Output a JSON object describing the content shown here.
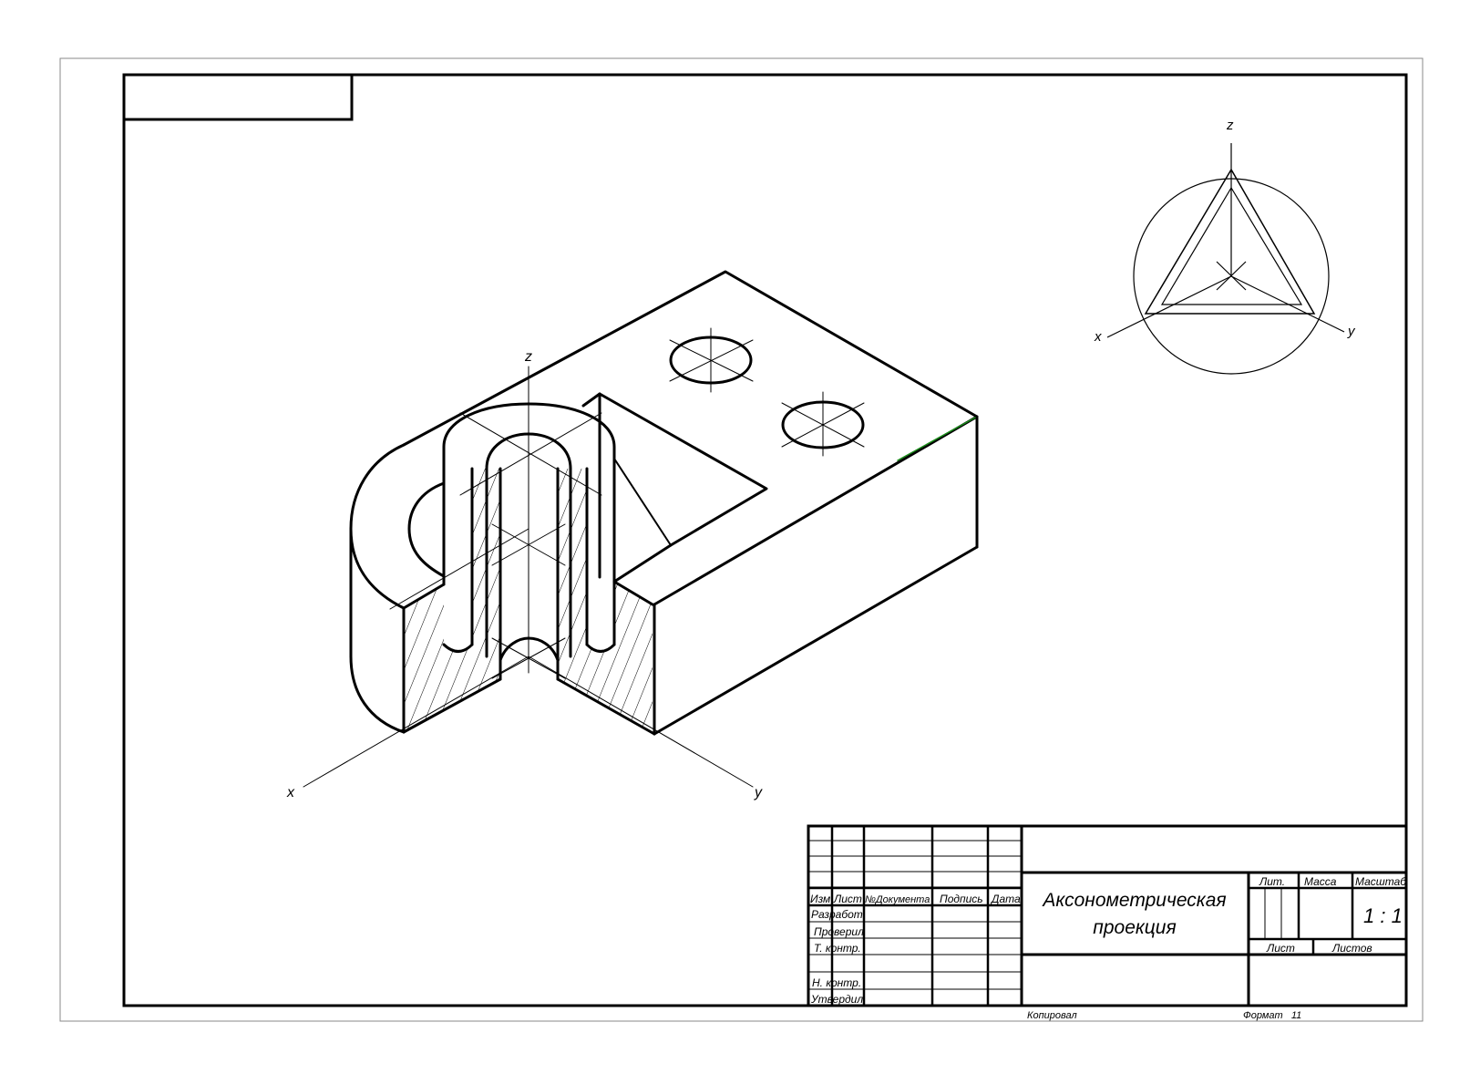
{
  "main_axes": {
    "x": "x",
    "y": "y",
    "z": "z"
  },
  "small_axes": {
    "x": "x",
    "y": "y",
    "z": "z"
  },
  "title_block": {
    "header_labels": [
      "Изм",
      "Лист",
      "№Документа",
      "Подпись",
      "Дата"
    ],
    "roles": [
      "Разработ",
      "Проверил",
      "Т. контр.",
      "",
      "Н. контр.",
      "Утвердил"
    ],
    "title_line1": "Аксонометрическая",
    "title_line2": "проекция",
    "lit_label": "Лит.",
    "mass_label": "Масса",
    "scale_label": "Масштаб",
    "scale_value": "1 : 1",
    "sheet_label": "Лист",
    "sheets_label": "Листов"
  },
  "footer": {
    "copied": "Копировал",
    "format": "Формат   11"
  }
}
